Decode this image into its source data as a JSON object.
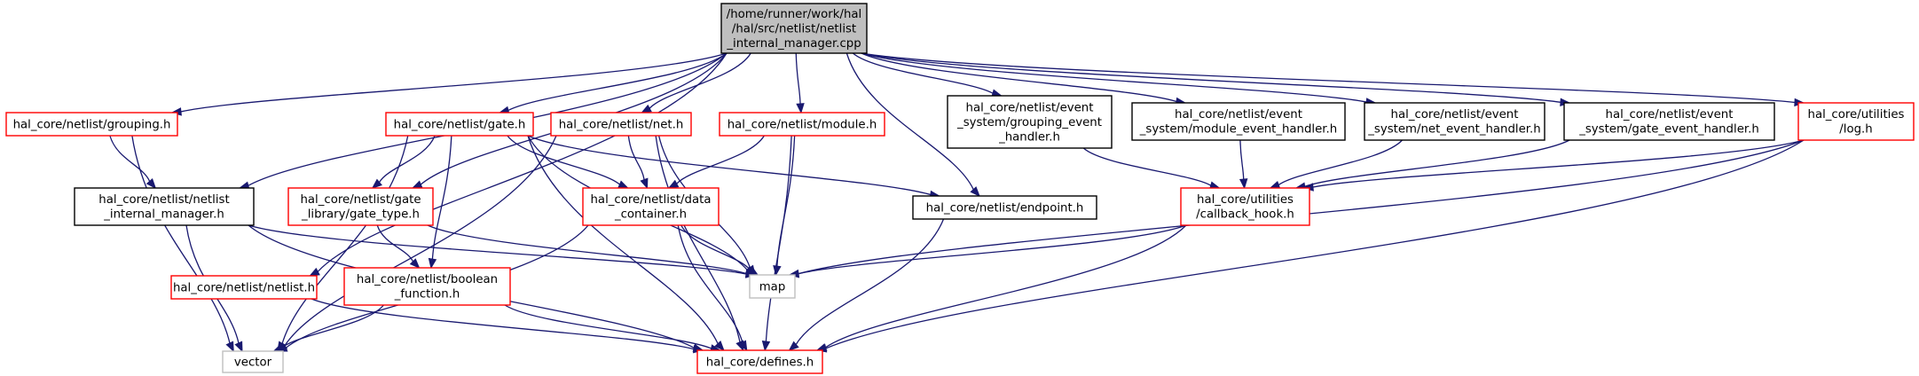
{
  "colors": {
    "edge": "#191970",
    "root_fill": "#bfbfbf",
    "root_border": "#000000",
    "documented_border": "#000000",
    "incomplete_border": "#ff0000",
    "external_border": "#bfbfbf",
    "node_fill": "#ffffff",
    "text": "#000000"
  },
  "nodes": [
    {
      "id": "root",
      "kind": "root",
      "lines": [
        "/home/runner/work/hal",
        "/hal/src/netlist/netlist",
        "_internal_manager.cpp"
      ]
    },
    {
      "id": "grouping",
      "kind": "incomplete",
      "lines": [
        "hal_core/netlist/grouping.h"
      ]
    },
    {
      "id": "gate",
      "kind": "incomplete",
      "lines": [
        "hal_core/netlist/gate.h"
      ]
    },
    {
      "id": "net",
      "kind": "incomplete",
      "lines": [
        "hal_core/netlist/net.h"
      ]
    },
    {
      "id": "module",
      "kind": "incomplete",
      "lines": [
        "hal_core/netlist/module.h"
      ]
    },
    {
      "id": "grp_evt",
      "kind": "documented",
      "lines": [
        "hal_core/netlist/event",
        "_system/grouping_event",
        "_handler.h"
      ]
    },
    {
      "id": "mod_evt",
      "kind": "documented",
      "lines": [
        "hal_core/netlist/event",
        "_system/module_event_handler.h"
      ]
    },
    {
      "id": "net_evt",
      "kind": "documented",
      "lines": [
        "hal_core/netlist/event",
        "_system/net_event_handler.h"
      ]
    },
    {
      "id": "gate_evt",
      "kind": "documented",
      "lines": [
        "hal_core/netlist/event",
        "_system/gate_event_handler.h"
      ]
    },
    {
      "id": "log",
      "kind": "incomplete",
      "lines": [
        "hal_core/utilities",
        "/log.h"
      ]
    },
    {
      "id": "nim",
      "kind": "documented",
      "lines": [
        "hal_core/netlist/netlist",
        "_internal_manager.h"
      ]
    },
    {
      "id": "gate_type",
      "kind": "incomplete",
      "lines": [
        "hal_core/netlist/gate",
        "_library/gate_type.h"
      ]
    },
    {
      "id": "data_container",
      "kind": "incomplete",
      "lines": [
        "hal_core/netlist/data",
        "_container.h"
      ]
    },
    {
      "id": "endpoint",
      "kind": "documented",
      "lines": [
        "hal_core/netlist/endpoint.h"
      ]
    },
    {
      "id": "callback",
      "kind": "incomplete",
      "lines": [
        "hal_core/utilities",
        "/callback_hook.h"
      ]
    },
    {
      "id": "netlist",
      "kind": "incomplete",
      "lines": [
        "hal_core/netlist/netlist.h"
      ]
    },
    {
      "id": "boolean",
      "kind": "incomplete",
      "lines": [
        "hal_core/netlist/boolean",
        "_function.h"
      ]
    },
    {
      "id": "map",
      "kind": "external",
      "lines": [
        "map"
      ]
    },
    {
      "id": "vector",
      "kind": "external",
      "lines": [
        "vector"
      ]
    },
    {
      "id": "defines",
      "kind": "incomplete",
      "lines": [
        "hal_core/defines.h"
      ]
    }
  ],
  "edges": [
    [
      "root",
      "grouping"
    ],
    [
      "root",
      "nim"
    ],
    [
      "root",
      "netlist"
    ],
    [
      "root",
      "gate_type"
    ],
    [
      "root",
      "gate"
    ],
    [
      "root",
      "net"
    ],
    [
      "root",
      "module"
    ],
    [
      "root",
      "endpoint"
    ],
    [
      "root",
      "grp_evt"
    ],
    [
      "root",
      "mod_evt"
    ],
    [
      "root",
      "net_evt"
    ],
    [
      "root",
      "gate_evt"
    ],
    [
      "root",
      "log"
    ],
    [
      "grouping",
      "nim"
    ],
    [
      "grouping",
      "vector"
    ],
    [
      "nim",
      "map"
    ],
    [
      "nim",
      "vector"
    ],
    [
      "nim",
      "defines"
    ],
    [
      "gate",
      "gate_type"
    ],
    [
      "gate",
      "boolean"
    ],
    [
      "gate",
      "data_container"
    ],
    [
      "gate",
      "endpoint"
    ],
    [
      "gate",
      "map"
    ],
    [
      "gate",
      "vector"
    ],
    [
      "gate",
      "defines"
    ],
    [
      "net",
      "data_container"
    ],
    [
      "net",
      "map"
    ],
    [
      "net",
      "vector"
    ],
    [
      "net",
      "defines"
    ],
    [
      "module",
      "data_container"
    ],
    [
      "module",
      "map"
    ],
    [
      "module",
      "defines"
    ],
    [
      "gate_type",
      "boolean"
    ],
    [
      "gate_type",
      "map"
    ],
    [
      "boolean",
      "vector"
    ],
    [
      "boolean",
      "defines"
    ],
    [
      "data_container",
      "map"
    ],
    [
      "data_container",
      "vector"
    ],
    [
      "data_container",
      "defines"
    ],
    [
      "endpoint",
      "defines"
    ],
    [
      "netlist",
      "defines"
    ],
    [
      "grp_evt",
      "callback"
    ],
    [
      "mod_evt",
      "callback"
    ],
    [
      "net_evt",
      "callback"
    ],
    [
      "gate_evt",
      "callback"
    ],
    [
      "log",
      "callback"
    ],
    [
      "log",
      "map"
    ],
    [
      "log",
      "defines"
    ],
    [
      "callback",
      "map"
    ],
    [
      "callback",
      "defines"
    ]
  ]
}
